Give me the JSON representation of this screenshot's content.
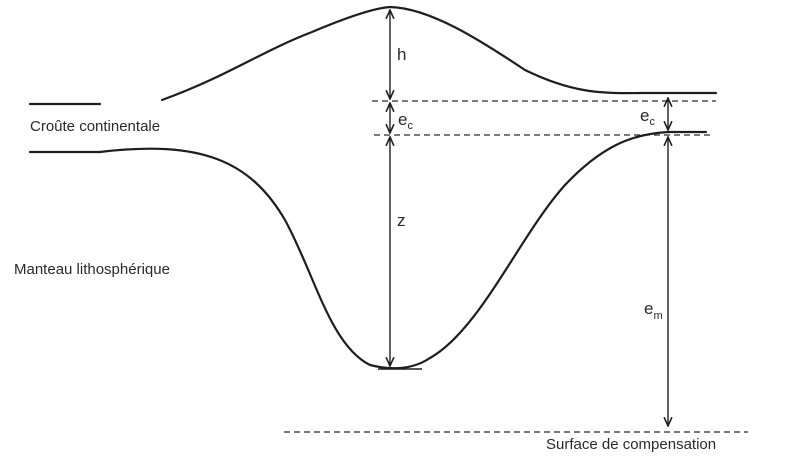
{
  "labels": {
    "crust": "Croûte continentale",
    "mantle": "Manteau lithosphérique",
    "compensation": "Surface de compensation"
  },
  "dimensions": {
    "h": "h",
    "ec_left": {
      "base": "e",
      "sub": "c"
    },
    "ec_right": {
      "base": "e",
      "sub": "c"
    },
    "z": "z",
    "em": {
      "base": "e",
      "sub": "m"
    }
  },
  "colors": {
    "line": "#1e1e1e",
    "text": "#2a2a2a",
    "background": "#ffffff"
  }
}
